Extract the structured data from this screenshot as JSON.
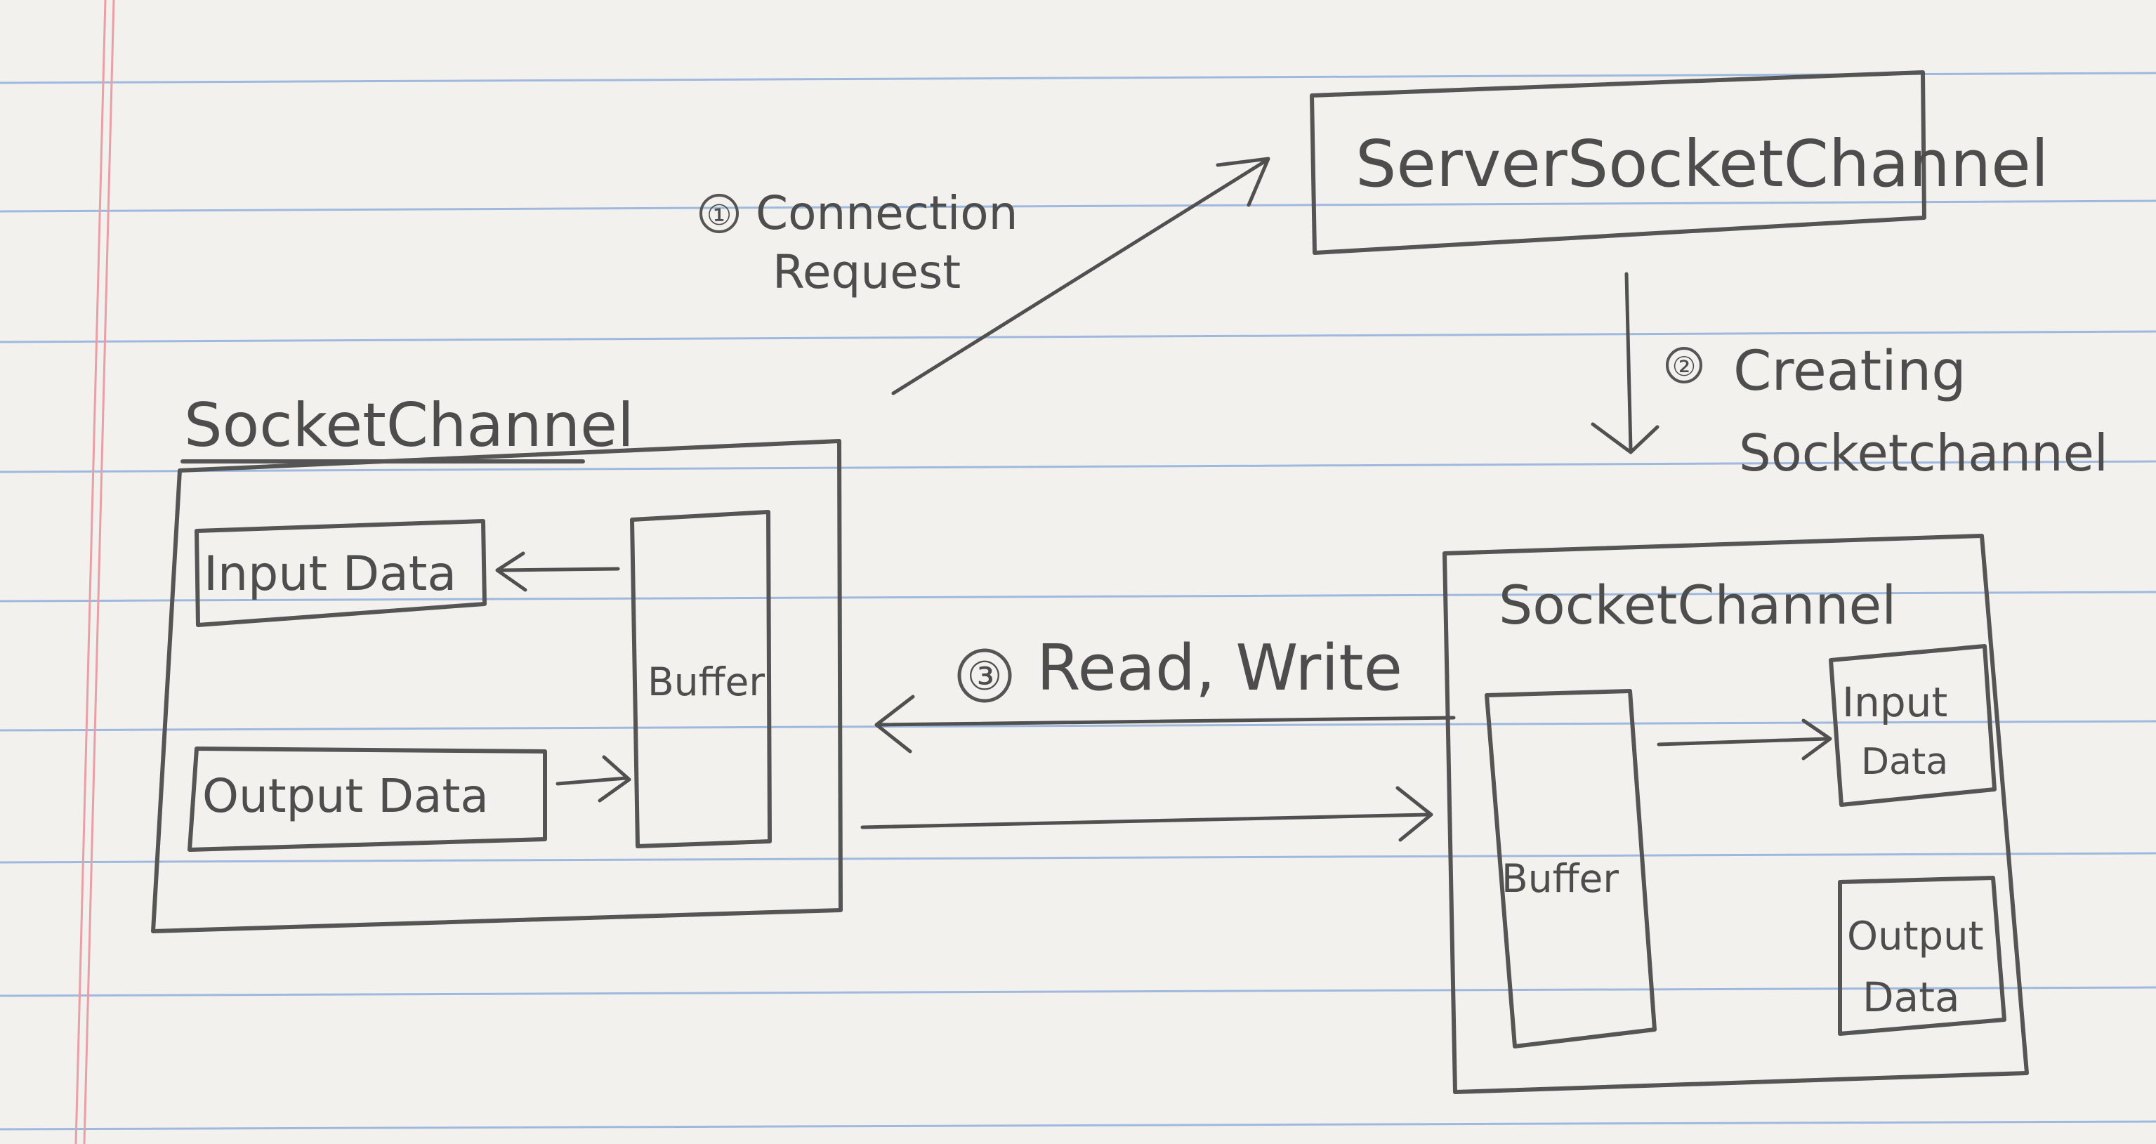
{
  "nodes": {
    "server_socket_channel": {
      "label": "ServerSocketChannel"
    },
    "client_socket_channel": {
      "label": "SocketChannel",
      "input_data": "Input Data",
      "output_data": "Output Data",
      "buffer": "Buffer"
    },
    "server_side_socket_channel": {
      "label": "SocketChannel",
      "input_data_line1": "Input",
      "input_data_line2": "Data",
      "output_data_line1": "Output",
      "output_data_line2": "Data",
      "buffer": "Buffer"
    }
  },
  "edges": {
    "connection_request": {
      "step": "①",
      "line1": "Connection",
      "line2": "Request"
    },
    "creating_socket_channel": {
      "step": "②",
      "line1": "Creating",
      "line2": "Socketchannel"
    },
    "read_write": {
      "step": "③",
      "label": "Read, Write"
    }
  },
  "colors": {
    "paper": "#f2f1ee",
    "ruled_line": "#9fb8dd",
    "margin_line": "#ea9ea6",
    "pencil": "#4d4d4d"
  }
}
